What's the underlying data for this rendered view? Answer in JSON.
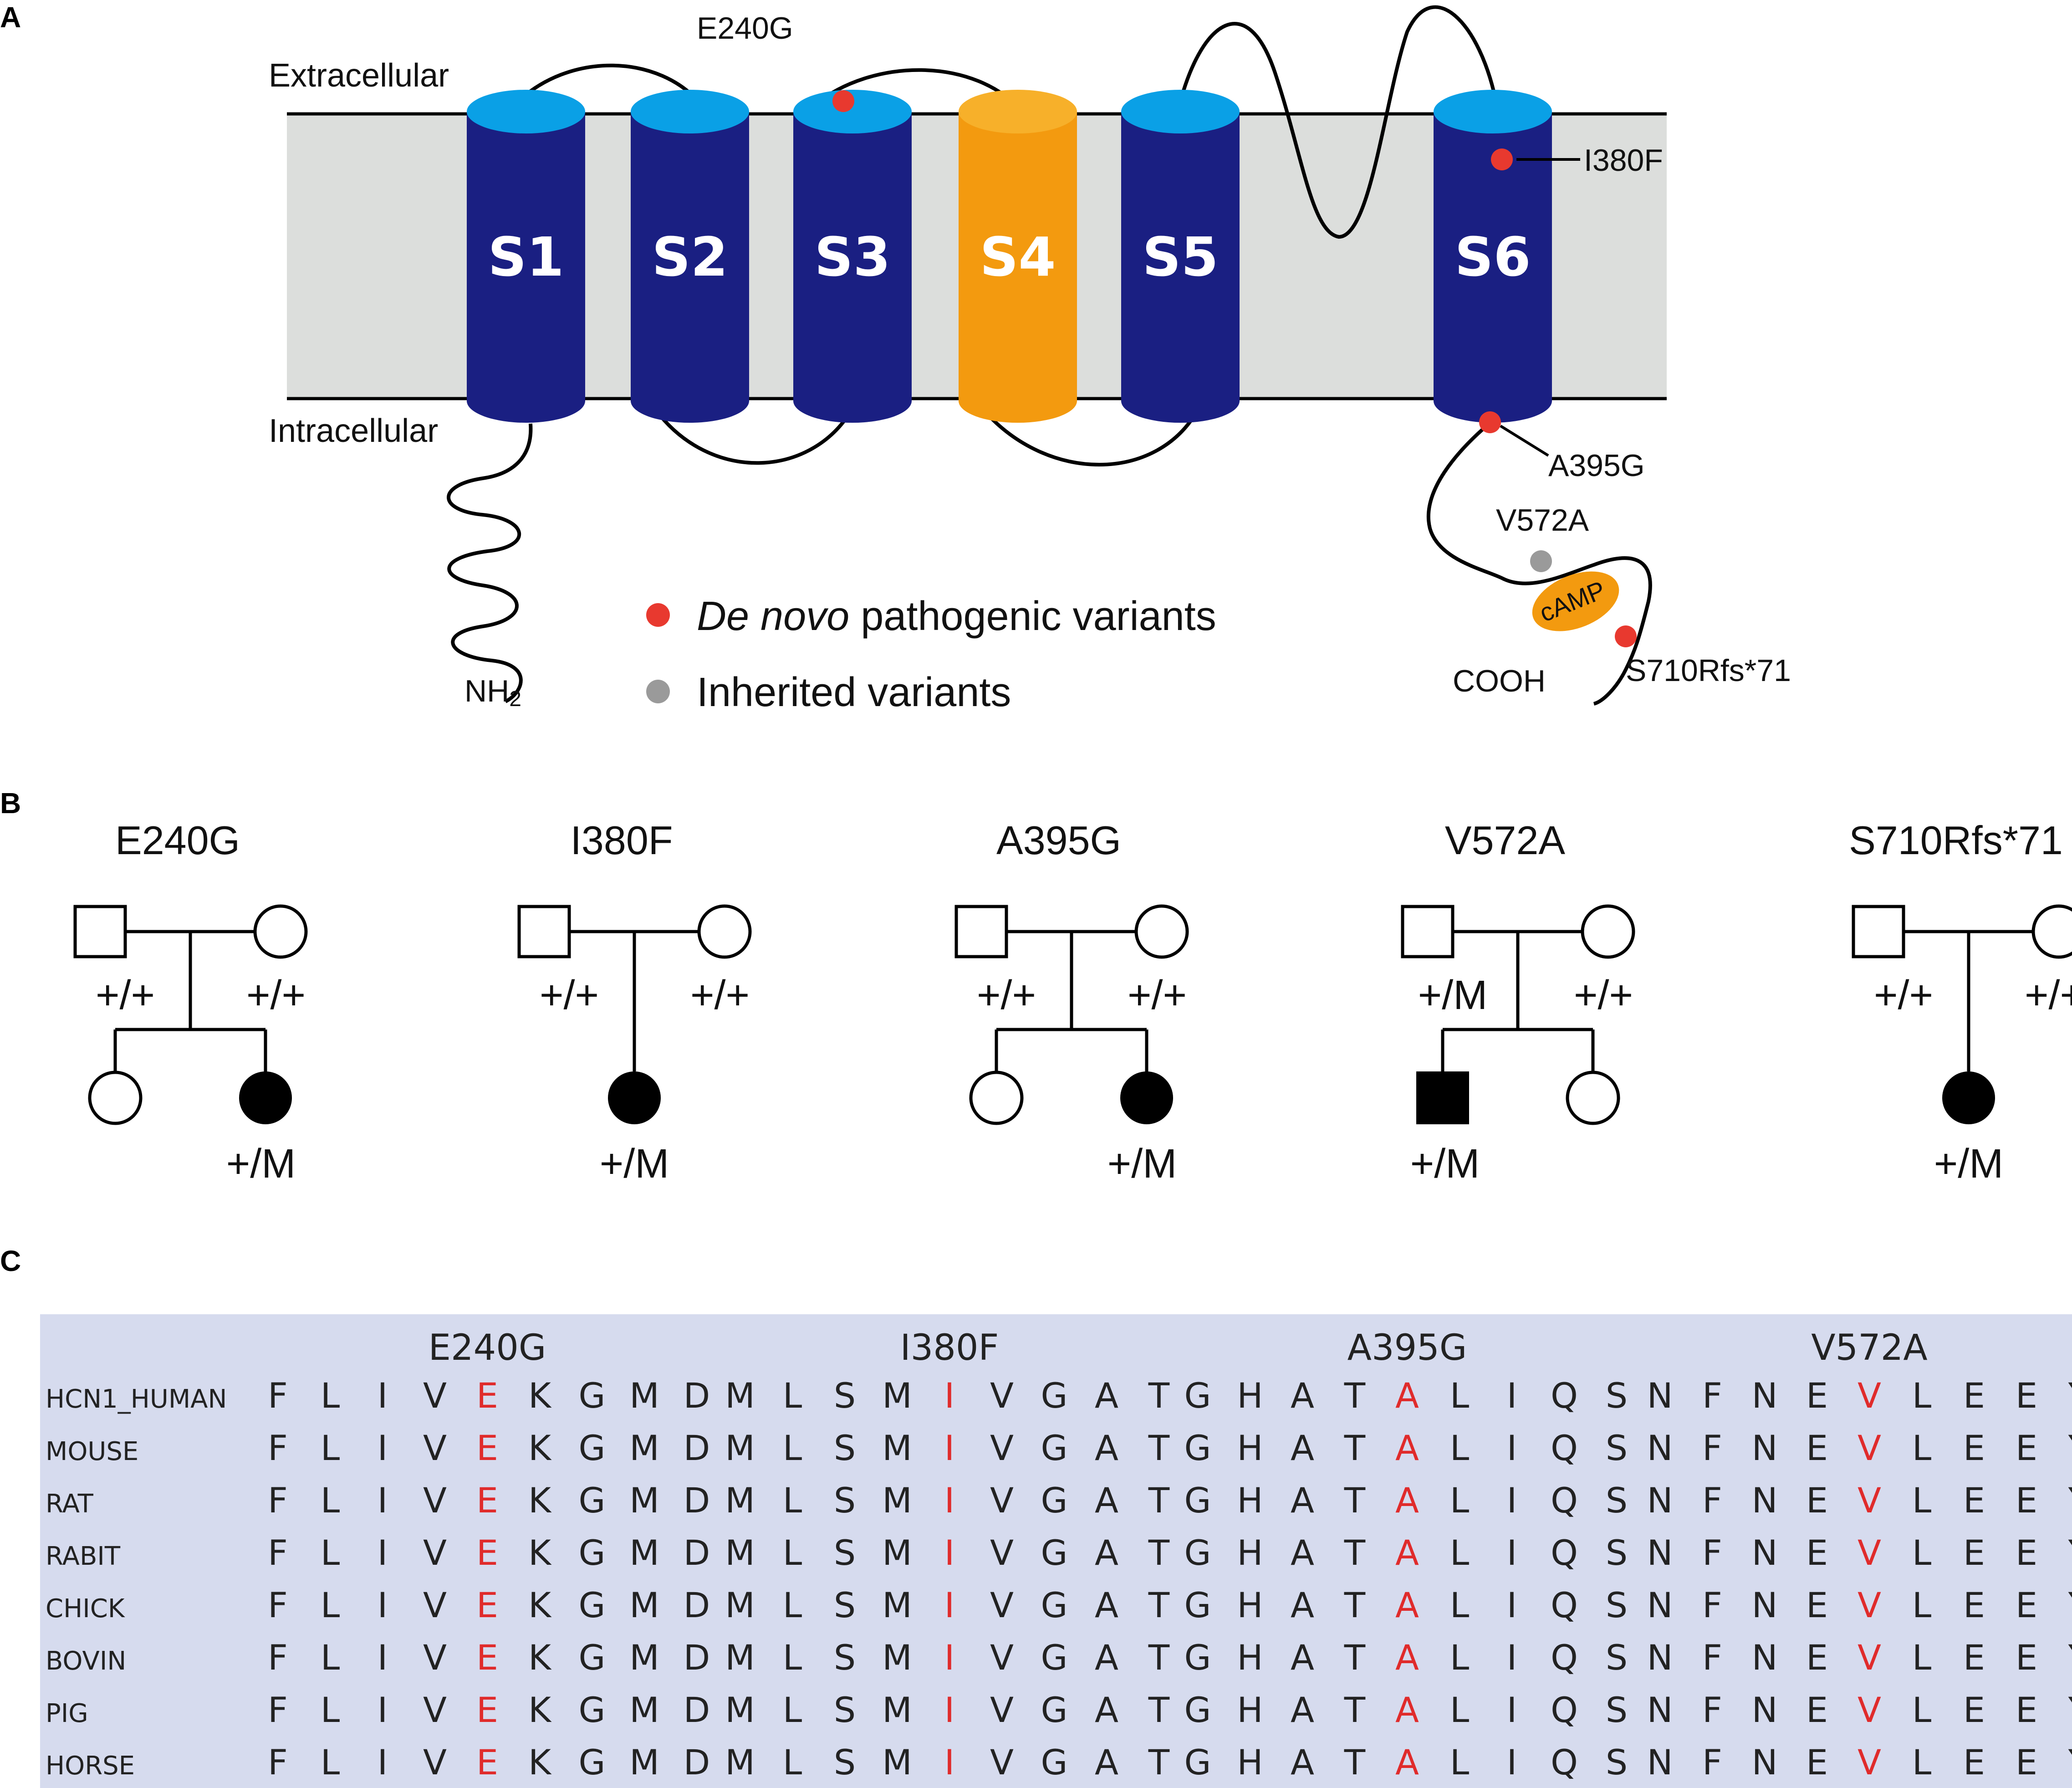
{
  "panels": [
    "A",
    "B",
    "C"
  ],
  "membrane": {
    "extracellular_label": "Extracellular",
    "intracellular_label": "Intracellular",
    "segments": [
      {
        "label": "S1",
        "color": "#1a1f82"
      },
      {
        "label": "S2",
        "color": "#1a1f82"
      },
      {
        "label": "S3",
        "color": "#1a1f82"
      },
      {
        "label": "S4",
        "color": "#f39a0f"
      },
      {
        "label": "S5",
        "color": "#1a1f82"
      },
      {
        "label": "S6",
        "color": "#1a1f82"
      }
    ],
    "top_cap_color": "#0aa0e6",
    "s4_cap_color": "#f7b02a",
    "membrane_color": "#dcdedc",
    "n_terminus": "NH",
    "n_terminus_sub": "2",
    "c_terminus": "COOH",
    "camp_label": "cAMP",
    "variants": [
      {
        "label": "E240G",
        "type": "de_novo"
      },
      {
        "label": "I380F",
        "type": "de_novo"
      },
      {
        "label": "A395G",
        "type": "de_novo"
      },
      {
        "label": "V572A",
        "type": "inherited"
      },
      {
        "label": "S710Rfs*71",
        "type": "de_novo"
      }
    ],
    "legend": {
      "de_novo_italic": "De novo",
      "de_novo_rest": " pathogenic variants",
      "inherited": "Inherited variants",
      "de_novo_color": "#e8392f",
      "inherited_color": "#9a9a9a"
    }
  },
  "pedigrees": [
    {
      "title": "E240G",
      "father": "+/+",
      "mother": "+/+",
      "proband": "+/M"
    },
    {
      "title": "I380F",
      "father": "+/+",
      "mother": "+/+",
      "proband": "+/M"
    },
    {
      "title": "A395G",
      "father": "+/+",
      "mother": "+/+",
      "proband": "+/M"
    },
    {
      "title": "V572A",
      "father": "+/M",
      "mother": "+/+",
      "proband": "+/M"
    },
    {
      "title": "S710Rfs*71",
      "father": "+/+",
      "mother": "+/+",
      "proband": "+/M"
    }
  ],
  "alignment": {
    "background": "#d6dbee",
    "highlight_color": "#e02b2b",
    "sites": [
      {
        "name": "E240G",
        "residues": [
          "F",
          "L",
          "I",
          "V",
          "E",
          "K",
          "G",
          "M",
          "D"
        ],
        "highlight": 4
      },
      {
        "name": "I380F",
        "residues": [
          "M",
          "L",
          "S",
          "M",
          "I",
          "V",
          "G",
          "A",
          "T"
        ],
        "highlight": 4
      },
      {
        "name": "A395G",
        "residues": [
          "G",
          "H",
          "A",
          "T",
          "A",
          "L",
          "I",
          "Q",
          "S"
        ],
        "highlight": 4
      },
      {
        "name": "V572A",
        "residues": [
          "N",
          "F",
          "N",
          "E",
          "V",
          "L",
          "E",
          "E",
          "Y"
        ],
        "highlight": 4
      }
    ],
    "species": [
      "HCN1_HUMAN",
      "MOUSE",
      "RAT",
      "RABIT",
      "CHICK",
      "BOVIN",
      "PIG",
      "HORSE"
    ]
  }
}
